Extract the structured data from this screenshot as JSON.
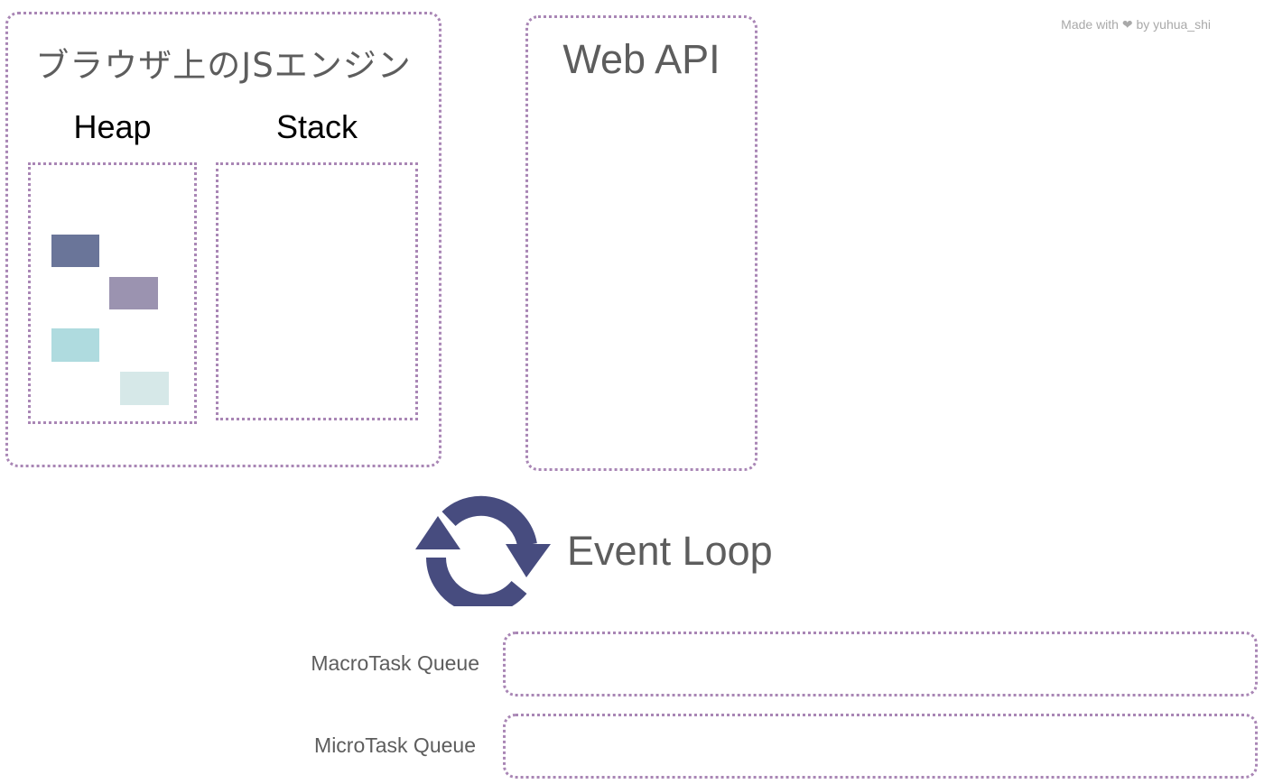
{
  "credit": {
    "prefix": "Made with",
    "heart": "❤",
    "suffix": "by yuhua_shi"
  },
  "js_engine": {
    "title": "ブラウザ上のJSエンジン",
    "heap": {
      "title": "Heap",
      "blocks": [
        {
          "name": "heap-block-1",
          "color": "#6a7599"
        },
        {
          "name": "heap-block-2",
          "color": "#9b93b0"
        },
        {
          "name": "heap-block-3",
          "color": "#afdbdf"
        },
        {
          "name": "heap-block-4",
          "color": "#d6e8e8"
        }
      ]
    },
    "stack": {
      "title": "Stack"
    }
  },
  "web_api": {
    "title": "Web API"
  },
  "event_loop": {
    "label": "Event Loop",
    "icon": "refresh-cycle-icon",
    "color": "#474c7f"
  },
  "queues": {
    "macrotask_label": "MacroTask Queue",
    "microtask_label": "MicroTask Queue"
  },
  "colors": {
    "border": "#a986b5",
    "text": "#5d5d5d",
    "credit_text": "#a9a9a9"
  }
}
